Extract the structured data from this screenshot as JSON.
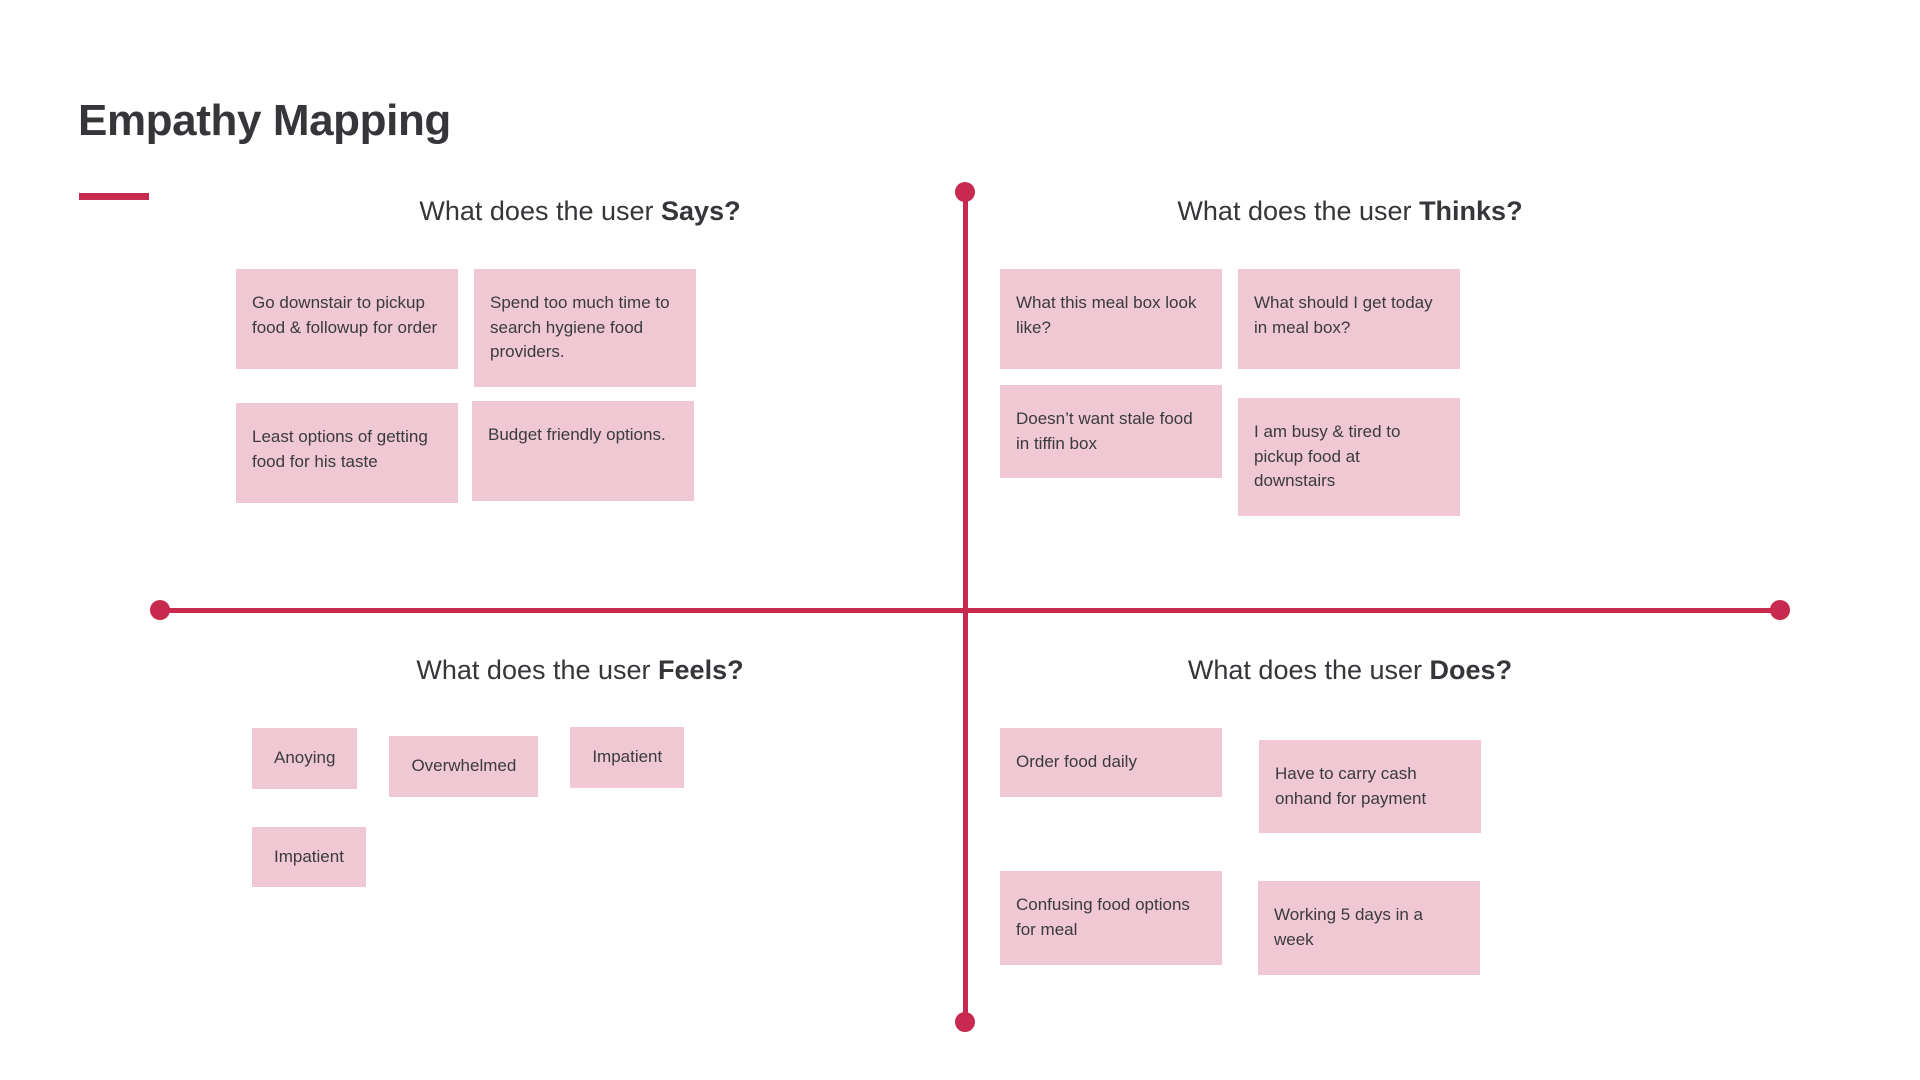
{
  "title": "Empathy Mapping",
  "accent_color": "#c72a4e",
  "note_color": "#f0c8d3",
  "note_text_color": "#3a3a3f",
  "heading_prefix": "What does the user ",
  "quadrants": {
    "says": {
      "heading_prefix": "What does the user ",
      "heading_accent": "Says?",
      "notes": [
        "Go downstair to pickup food & followup for order",
        "Spend too much time to search hygiene food providers.",
        "Least options of getting food for his taste",
        "Budget friendly options."
      ]
    },
    "thinks": {
      "heading_prefix": "What does the user ",
      "heading_accent": "Thinks?",
      "notes": [
        "What this meal box look like?",
        "What should I get today in meal box?",
        "Doesn’t want stale food in tiffin box",
        "I am busy & tired to pickup food at downstairs"
      ]
    },
    "feels": {
      "heading_prefix": "What does the user ",
      "heading_accent": "Feels?",
      "notes": [
        "Anoying",
        "Overwhelmed",
        "Impatient",
        "Impatient"
      ]
    },
    "does": {
      "heading_prefix": "What does the user ",
      "heading_accent": "Does?",
      "notes": [
        "Order food daily",
        "Have to carry cash onhand for payment",
        "Confusing food options for meal",
        "Working 5 days in a week"
      ]
    }
  }
}
